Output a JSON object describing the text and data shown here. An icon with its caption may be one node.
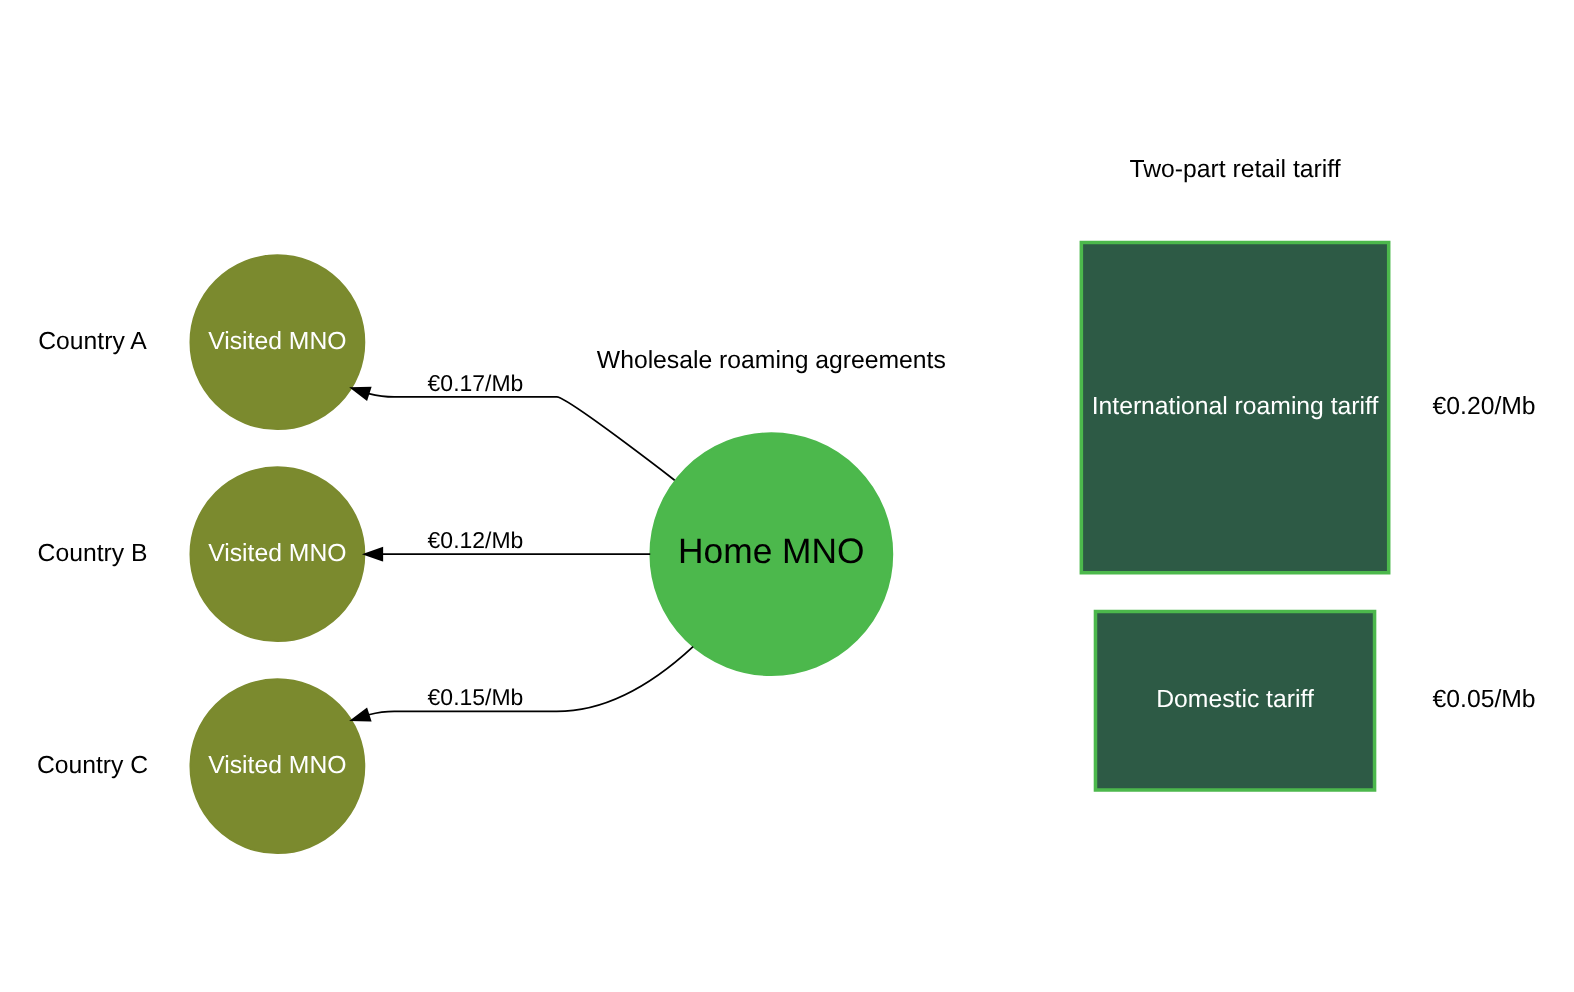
{
  "diagram": {
    "nodes": [
      {
        "text": [
          "Home MNO"
        ]
      },
      {
        "text": [
          "Visited MNO"
        ],
        "beside": [
          "Country A"
        ]
      },
      {
        "text": [
          "Visited MNO"
        ],
        "beside": [
          "Country B"
        ]
      },
      {
        "text": [
          "Visited MNO"
        ],
        "beside": [
          "Country C"
        ]
      },
      {
        "text": [
          "International roaming tariff"
        ],
        "beside": [
          "€0.20/Mb"
        ]
      },
      {
        "text": [
          "Domestic tariff"
        ],
        "beside": [
          "€0.05/Mb"
        ]
      }
    ],
    "edges": [
      {
        "from": 0,
        "to": 1,
        "arrow": "to",
        "label": "€0.17/Mb"
      },
      {
        "from": 0,
        "to": 2,
        "arrow": "to",
        "label": "€0.12/Mb"
      },
      {
        "from": 0,
        "to": 3,
        "arrow": "to",
        "label": "€0.15/Mb"
      }
    ],
    "labels": [
      "Wholesale roaming agreements",
      "Two-part retail tariff"
    ]
  }
}
